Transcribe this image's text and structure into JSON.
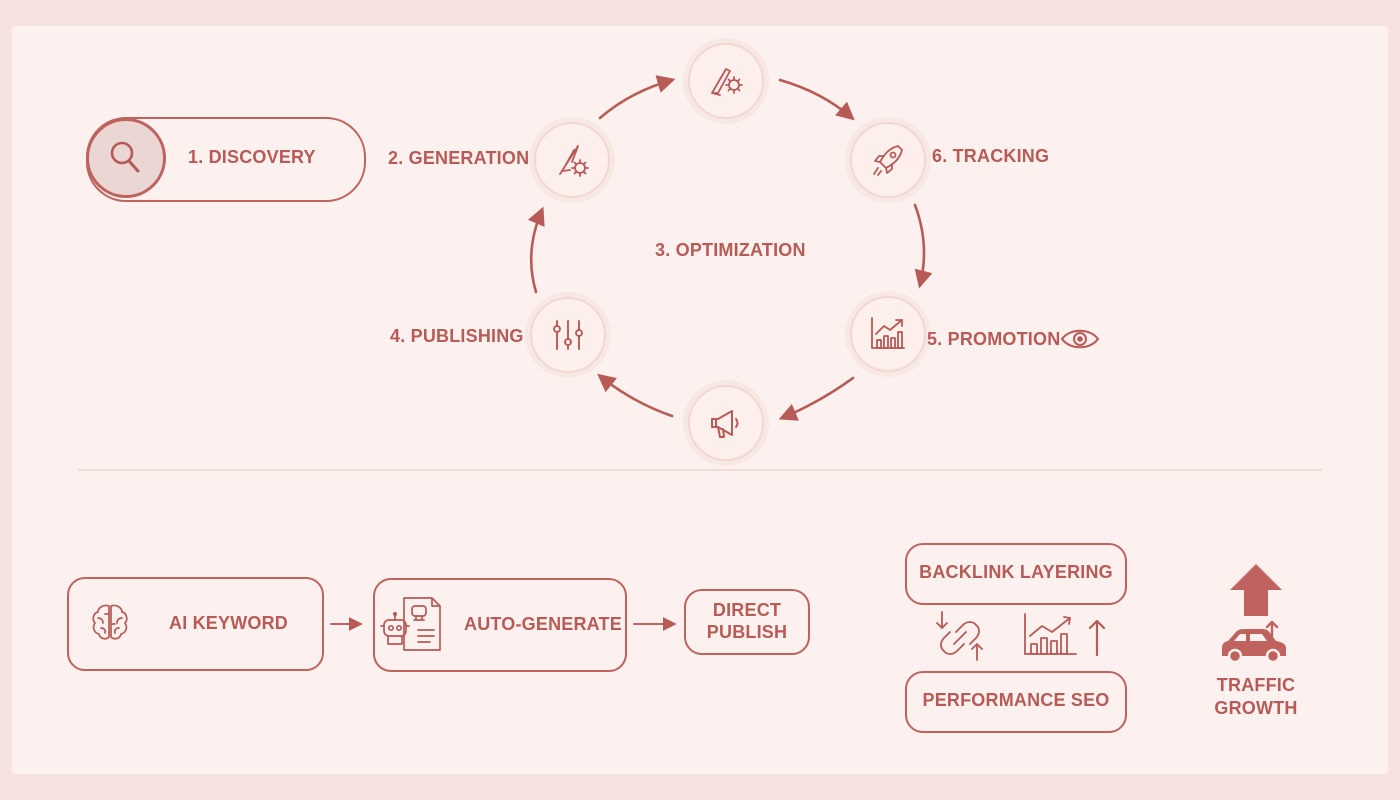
{
  "colors": {
    "accent": "#b85a55",
    "background": "#fcf1ef",
    "outer": "#f6e3df"
  },
  "cycle": {
    "discovery": "1. DISCOVERY",
    "generation": "2. GENERATION",
    "optimization": "3. OPTIMIZATION",
    "publishing": "4. PUBLISHING",
    "promotion": "5. PROMOTION",
    "tracking": "6. TRACKING",
    "icons": [
      "magnifier-icon",
      "pen-gear-icon",
      "feather-gear-icon",
      "rocket-icon",
      "growth-chart-icon",
      "megaphone-icon",
      "sliders-icon",
      "eye-icon"
    ]
  },
  "pipeline": {
    "ai_keyword": "AI KEYWORD",
    "auto_generate": "AUTO-GENERATE",
    "direct_publish_line1": "DIRECT",
    "direct_publish_line2": "PUBLISH",
    "backlink": "BACKLINK LAYERING",
    "performance": "PERFORMANCE SEO",
    "traffic_line1": "TRAFFIC",
    "traffic_line2": "GROWTH",
    "icons": [
      "brain-icon",
      "robot-document-icon",
      "link-icon",
      "bar-chart-icon",
      "up-arrow-icon",
      "car-icon"
    ]
  }
}
